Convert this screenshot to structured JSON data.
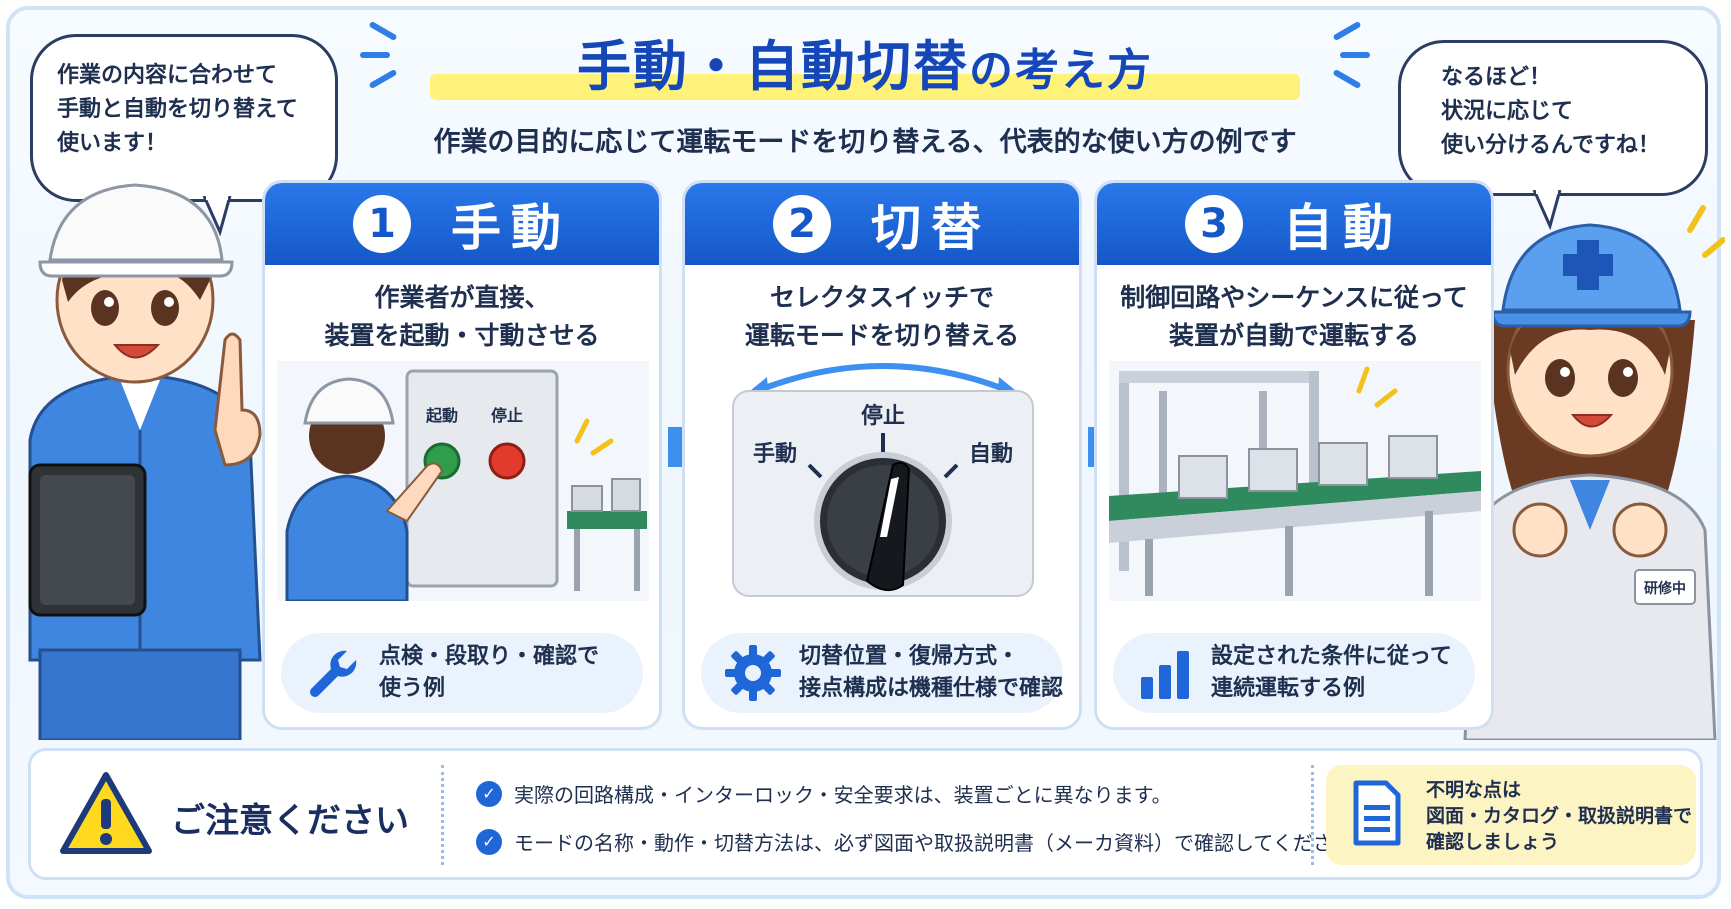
{
  "header": {
    "title_main": "手動・自動切替",
    "title_suffix": "の考え方",
    "subtitle": "作業の目的に応じて運転モードを切り替える、代表的な使い方の例です"
  },
  "bubbles": {
    "left": [
      "作業の内容に合わせて",
      "手動と自動を切り替えて",
      "使います！"
    ],
    "right": [
      "なるほど！",
      "状況に応じて",
      "使い分けるんですね！"
    ]
  },
  "cards": [
    {
      "number": "1",
      "title": "手動",
      "desc": [
        "作業者が直接、",
        "装置を起動・寸動させる"
      ],
      "illus_labels": {
        "start": "起動",
        "stop": "停止"
      },
      "note": [
        "点検・段取り・確認で",
        "使う例"
      ]
    },
    {
      "number": "2",
      "title": "切替",
      "desc": [
        "セレクタスイッチで",
        "運転モードを切り替える"
      ],
      "illus_labels": {
        "manual": "手動",
        "stop": "停止",
        "auto": "自動"
      },
      "note": [
        "切替位置・復帰方式・",
        "接点構成は機種仕様で確認"
      ]
    },
    {
      "number": "3",
      "title": "自動",
      "desc": [
        "制御回路やシーケンスに従って",
        "装置が自動で運転する"
      ],
      "note": [
        "設定された条件に従って",
        "連続運転する例"
      ]
    }
  ],
  "badge": "研修中",
  "caution": {
    "title": "ご注意ください",
    "items": [
      "実際の回路構成・インターロック・安全要求は、装置ごとに異なります。",
      "モードの名称・動作・切替方法は、必ず図面や取扱説明書（メーカ資料）で確認してください。"
    ],
    "tip": [
      "不明な点は",
      "図面・カタログ・取扱説明書で",
      "確認しましょう"
    ]
  },
  "colors": {
    "brand_blue": "#1457c8",
    "accent_yellow": "#fff27a",
    "start_green": "#2e9e4a",
    "stop_red": "#e23b2e"
  }
}
